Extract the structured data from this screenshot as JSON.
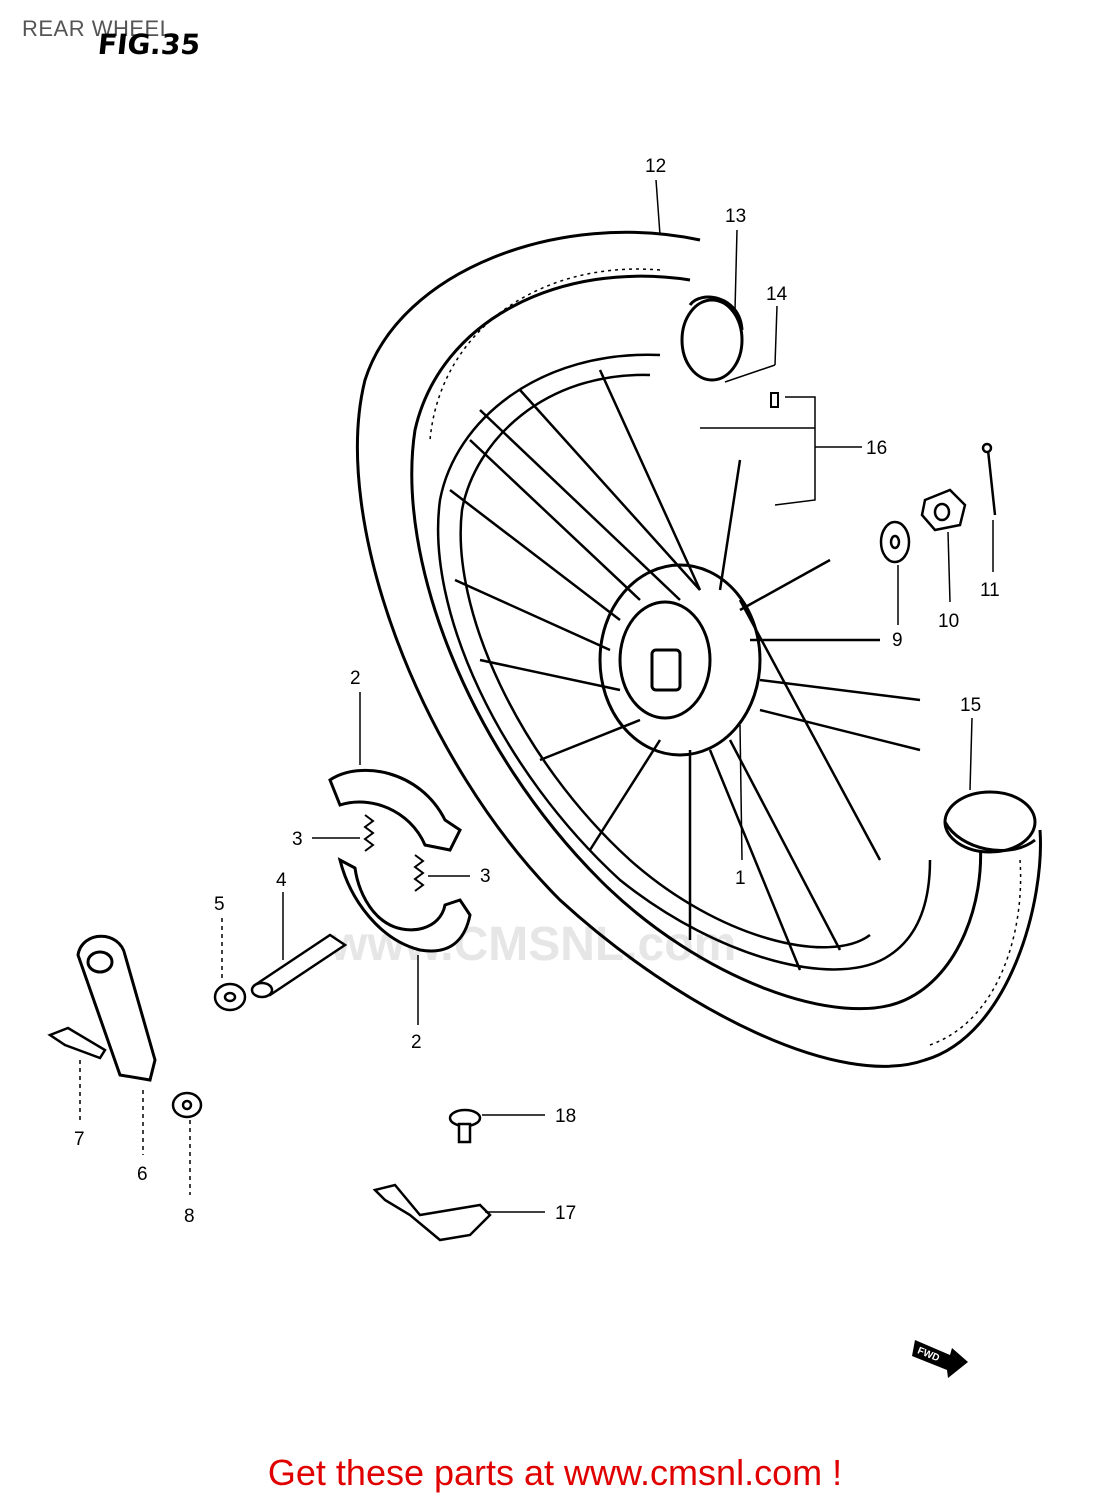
{
  "header": {
    "title": "REAR WHEEL",
    "figure": "FIG.35"
  },
  "watermark": "www.CMSNL.com",
  "callouts": [
    "12",
    "13",
    "14",
    "16",
    "11",
    "10",
    "9",
    "15",
    "2",
    "3",
    "3",
    "1",
    "4",
    "5",
    "2",
    "7",
    "6",
    "8",
    "18",
    "17"
  ],
  "fwd_icon": "FWD",
  "footer": {
    "link_text": "Get these parts at www.cmsnl.com !"
  },
  "colors": {
    "link": "#e00000",
    "ink": "#000000"
  }
}
